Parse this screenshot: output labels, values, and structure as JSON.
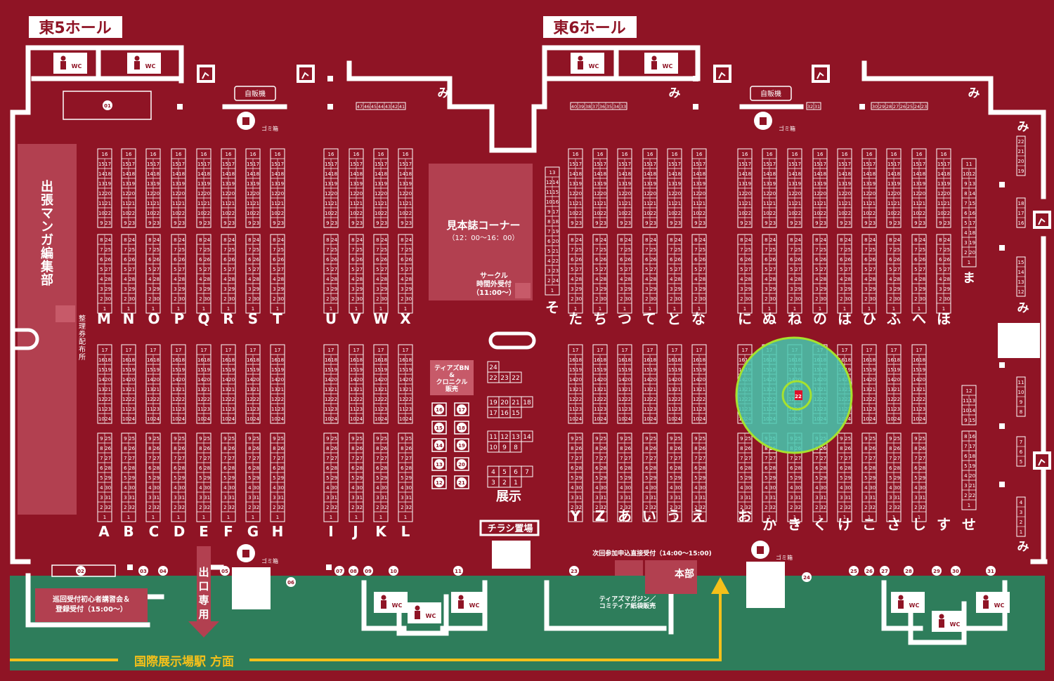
{
  "colors": {
    "background": "#8f1425",
    "wall": "#ffffff",
    "outside": "#2e7d5b",
    "highlight": "#44c9b0",
    "highlight_ring": "#a6e22e",
    "highlight_seat": "#e0102a",
    "route": "#f4c01a",
    "zone_panel": "#b24050"
  },
  "halls": {
    "east5": "東5ホール",
    "east6": "東6ホール"
  },
  "facilities": {
    "wc": "WC",
    "vending": "自販機",
    "trash": "ゴミ箱",
    "exit_icon": "emergency-exit-icon"
  },
  "zones": {
    "manga_dept": "出張マンガ編集部",
    "ticket_dist": "整理券配布所",
    "sample_corner_title": "見本誌コーナー",
    "sample_corner_time": "（12：00〜16：00）",
    "circle_reception": "サークル\n時間外受付\n（11:00〜）",
    "tias_bn": "ティアズBN\n&\nクロニクル\n販売",
    "exhibit": "展示",
    "flyer": "チラシ置場",
    "next_apply": "次回参加申込直接受付（14:00〜15:00)",
    "hq": "本部",
    "magazine": "ティアズマガジン／\nコミティア紙袋販売",
    "tour": "巡回受付初心者講習会＆\n登録受付（15:00〜）",
    "exit_only": "出口専用",
    "station": "国際展示場駅 方面"
  },
  "wall_edge_labels": {
    "mi": "み",
    "sa_ma": "ま",
    "east5_mi_numbers": [
      "47",
      "46",
      "45",
      "44",
      "43",
      "42",
      "41"
    ],
    "east6_mi_numbers_a": [
      "40",
      "39",
      "38",
      "37",
      "36",
      "35",
      "34",
      "33"
    ],
    "east6_mi_numbers_b": [
      "32",
      "31"
    ],
    "east6_mi_numbers_c": [
      "30",
      "29",
      "28",
      "27",
      "26",
      "25",
      "24",
      "23"
    ],
    "right_wall_a": [
      "22",
      "21",
      "20",
      "19"
    ],
    "right_wall_b": [
      "18",
      "17",
      "16"
    ],
    "right_wall_c": [
      "15",
      "14",
      "13",
      "12"
    ],
    "right_wall_d": [
      "11",
      "10",
      "9",
      "8"
    ],
    "right_wall_e": [
      "7",
      "6",
      "5"
    ],
    "right_wall_f": [
      "4",
      "3",
      "2",
      "1"
    ],
    "bottom_wall_numbers": [
      "01",
      "02",
      "03",
      "04",
      "05",
      "06",
      "07",
      "08",
      "09",
      "10",
      "11",
      "23",
      "24",
      "25",
      "26",
      "27",
      "28",
      "29",
      "30",
      "31"
    ]
  },
  "block_labels": {
    "east5_upper": [
      "M",
      "N",
      "O",
      "P",
      "Q",
      "R",
      "S",
      "T",
      "U",
      "V",
      "W",
      "X"
    ],
    "east5_lower": [
      "A",
      "B",
      "C",
      "D",
      "E",
      "F",
      "G",
      "H",
      "I",
      "J",
      "K",
      "L"
    ],
    "east6_upper": [
      "そ",
      "た",
      "ち",
      "つ",
      "て",
      "と",
      "な",
      "に",
      "ぬ",
      "ね",
      "の",
      "は",
      "ひ",
      "ふ",
      "へ",
      "ほ"
    ],
    "east6_lower": [
      "Y",
      "Z",
      "あ",
      "い",
      "う",
      "え",
      "お",
      "か",
      "き",
      "く",
      "け",
      "こ",
      "さ",
      "し",
      "す",
      "せ"
    ]
  },
  "seat_rows": {
    "upper_top": [
      [
        "16"
      ],
      [
        "15",
        "17"
      ],
      [
        "14",
        "18"
      ],
      [
        "13",
        "19"
      ],
      [
        "12",
        "20"
      ],
      [
        "11",
        "21"
      ],
      [
        "10",
        "22"
      ],
      [
        "9",
        "23"
      ]
    ],
    "upper_bottom": [
      [
        "8",
        "24"
      ],
      [
        "7",
        "25"
      ],
      [
        "6",
        "26"
      ],
      [
        "5",
        "27"
      ],
      [
        "4",
        "28"
      ],
      [
        "3",
        "29"
      ],
      [
        "2",
        "30"
      ],
      [
        "1"
      ]
    ],
    "lower_top": [
      [
        "17"
      ],
      [
        "16",
        "18"
      ],
      [
        "15",
        "19"
      ],
      [
        "14",
        "20"
      ],
      [
        "13",
        "21"
      ],
      [
        "12",
        "22"
      ],
      [
        "11",
        "23"
      ],
      [
        "10",
        "24"
      ]
    ],
    "lower_bottom": [
      [
        "9",
        "25"
      ],
      [
        "8",
        "26"
      ],
      [
        "7",
        "27"
      ],
      [
        "6",
        "28"
      ],
      [
        "5",
        "29"
      ],
      [
        "4",
        "30"
      ],
      [
        "3",
        "31"
      ],
      [
        "2",
        "32"
      ],
      [
        "1"
      ]
    ],
    "so_block": [
      [
        "13"
      ],
      [
        "12",
        "14"
      ],
      [
        "11",
        "15"
      ],
      [
        "10",
        "16"
      ],
      [
        "9",
        "17"
      ],
      [
        "8",
        "18"
      ],
      [
        "7",
        "19"
      ],
      [
        "6",
        "20"
      ],
      [
        "5",
        "21"
      ],
      [
        "4",
        "22"
      ],
      [
        "3",
        "23"
      ],
      [
        "2",
        "24"
      ],
      [
        "1"
      ]
    ],
    "ma_block": [
      [
        "11"
      ],
      [
        "10",
        "12"
      ],
      [
        "9",
        "13"
      ],
      [
        "8",
        "14"
      ],
      [
        "7",
        "15"
      ],
      [
        "6",
        "16"
      ],
      [
        "5",
        "17"
      ],
      [
        "4",
        "18"
      ],
      [
        "3",
        "19"
      ],
      [
        "2",
        "20"
      ],
      [
        "1"
      ]
    ],
    "se_block_top": [
      [
        "12"
      ],
      [
        "11",
        "13"
      ],
      [
        "10",
        "14"
      ],
      [
        "9",
        "15"
      ]
    ],
    "se_block_bottom": [
      [
        "8",
        "16"
      ],
      [
        "7",
        "17"
      ],
      [
        "6",
        "18"
      ],
      [
        "5",
        "19"
      ],
      [
        "4",
        "20"
      ],
      [
        "3",
        "21"
      ],
      [
        "2",
        "22"
      ],
      [
        "1"
      ]
    ]
  },
  "center_stage": {
    "tias_numbers": [
      "16",
      "17",
      "18",
      "19",
      "20",
      "21",
      "12"
    ],
    "exhibit_a": [
      "24",
      "22",
      "23",
      "22"
    ],
    "exhibit_b": [
      "19",
      "20",
      "21",
      "18",
      "17",
      "16",
      "15"
    ],
    "exhibit_c": [
      "11",
      "12",
      "13",
      "14",
      "10",
      "9",
      "8"
    ],
    "exhibit_d": [
      "4",
      "5",
      "6",
      "7",
      "3",
      "2",
      "1"
    ]
  },
  "highlight": {
    "block": "き",
    "seat": "22"
  }
}
